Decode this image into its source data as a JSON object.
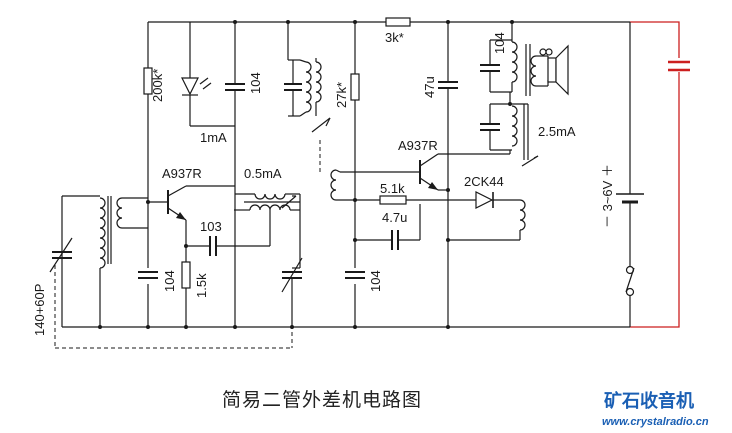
{
  "labels": {
    "r_top": "3k*",
    "r_200k": "200k*",
    "c_104_led": "104",
    "led_current": "1mA",
    "r_27k": "27k*",
    "c_47u": "47u",
    "c_104_spk": "104",
    "t1": "A937R",
    "osc_current": "0.5mA",
    "c_103": "103",
    "c_104_b1": "104",
    "r_1_5k": "1.5k",
    "t2": "A937R",
    "r_5_1k": "5.1k",
    "c_4_7u": "4.7u",
    "c_104_b2": "104",
    "diode": "2CK44",
    "out_current": "2.5mA",
    "battery": "－ 3~6V ＋",
    "tuning_cap": "140+60P"
  },
  "title": "简易二管外差机电路图",
  "brand": {
    "name": "矿石收音机",
    "url": "www.crystalradio.cn"
  },
  "colors": {
    "wire": "#1a1a1a",
    "battery_wire": "#cc1f1f",
    "brand": "#1a5fb4"
  }
}
